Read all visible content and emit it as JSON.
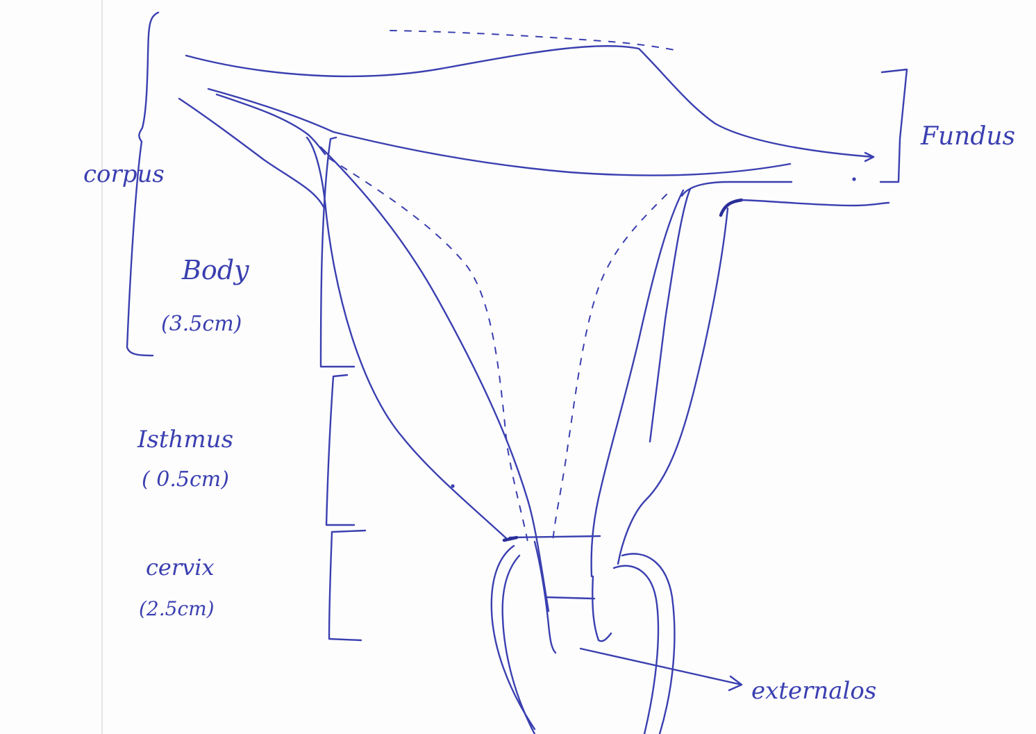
{
  "labels": {
    "corpus": "corpus",
    "fundus": "Fundus",
    "body": "Body",
    "body_size": "(3.5cm)",
    "isthmus": "Isthmus",
    "isthmus_size": "( 0.5cm)",
    "cervix": "cervix",
    "cervix_size": "(2.5cm)",
    "external_os": "externalos"
  },
  "colors": {
    "ink": "#3a3fb0",
    "paper": "#fdfdfd"
  }
}
